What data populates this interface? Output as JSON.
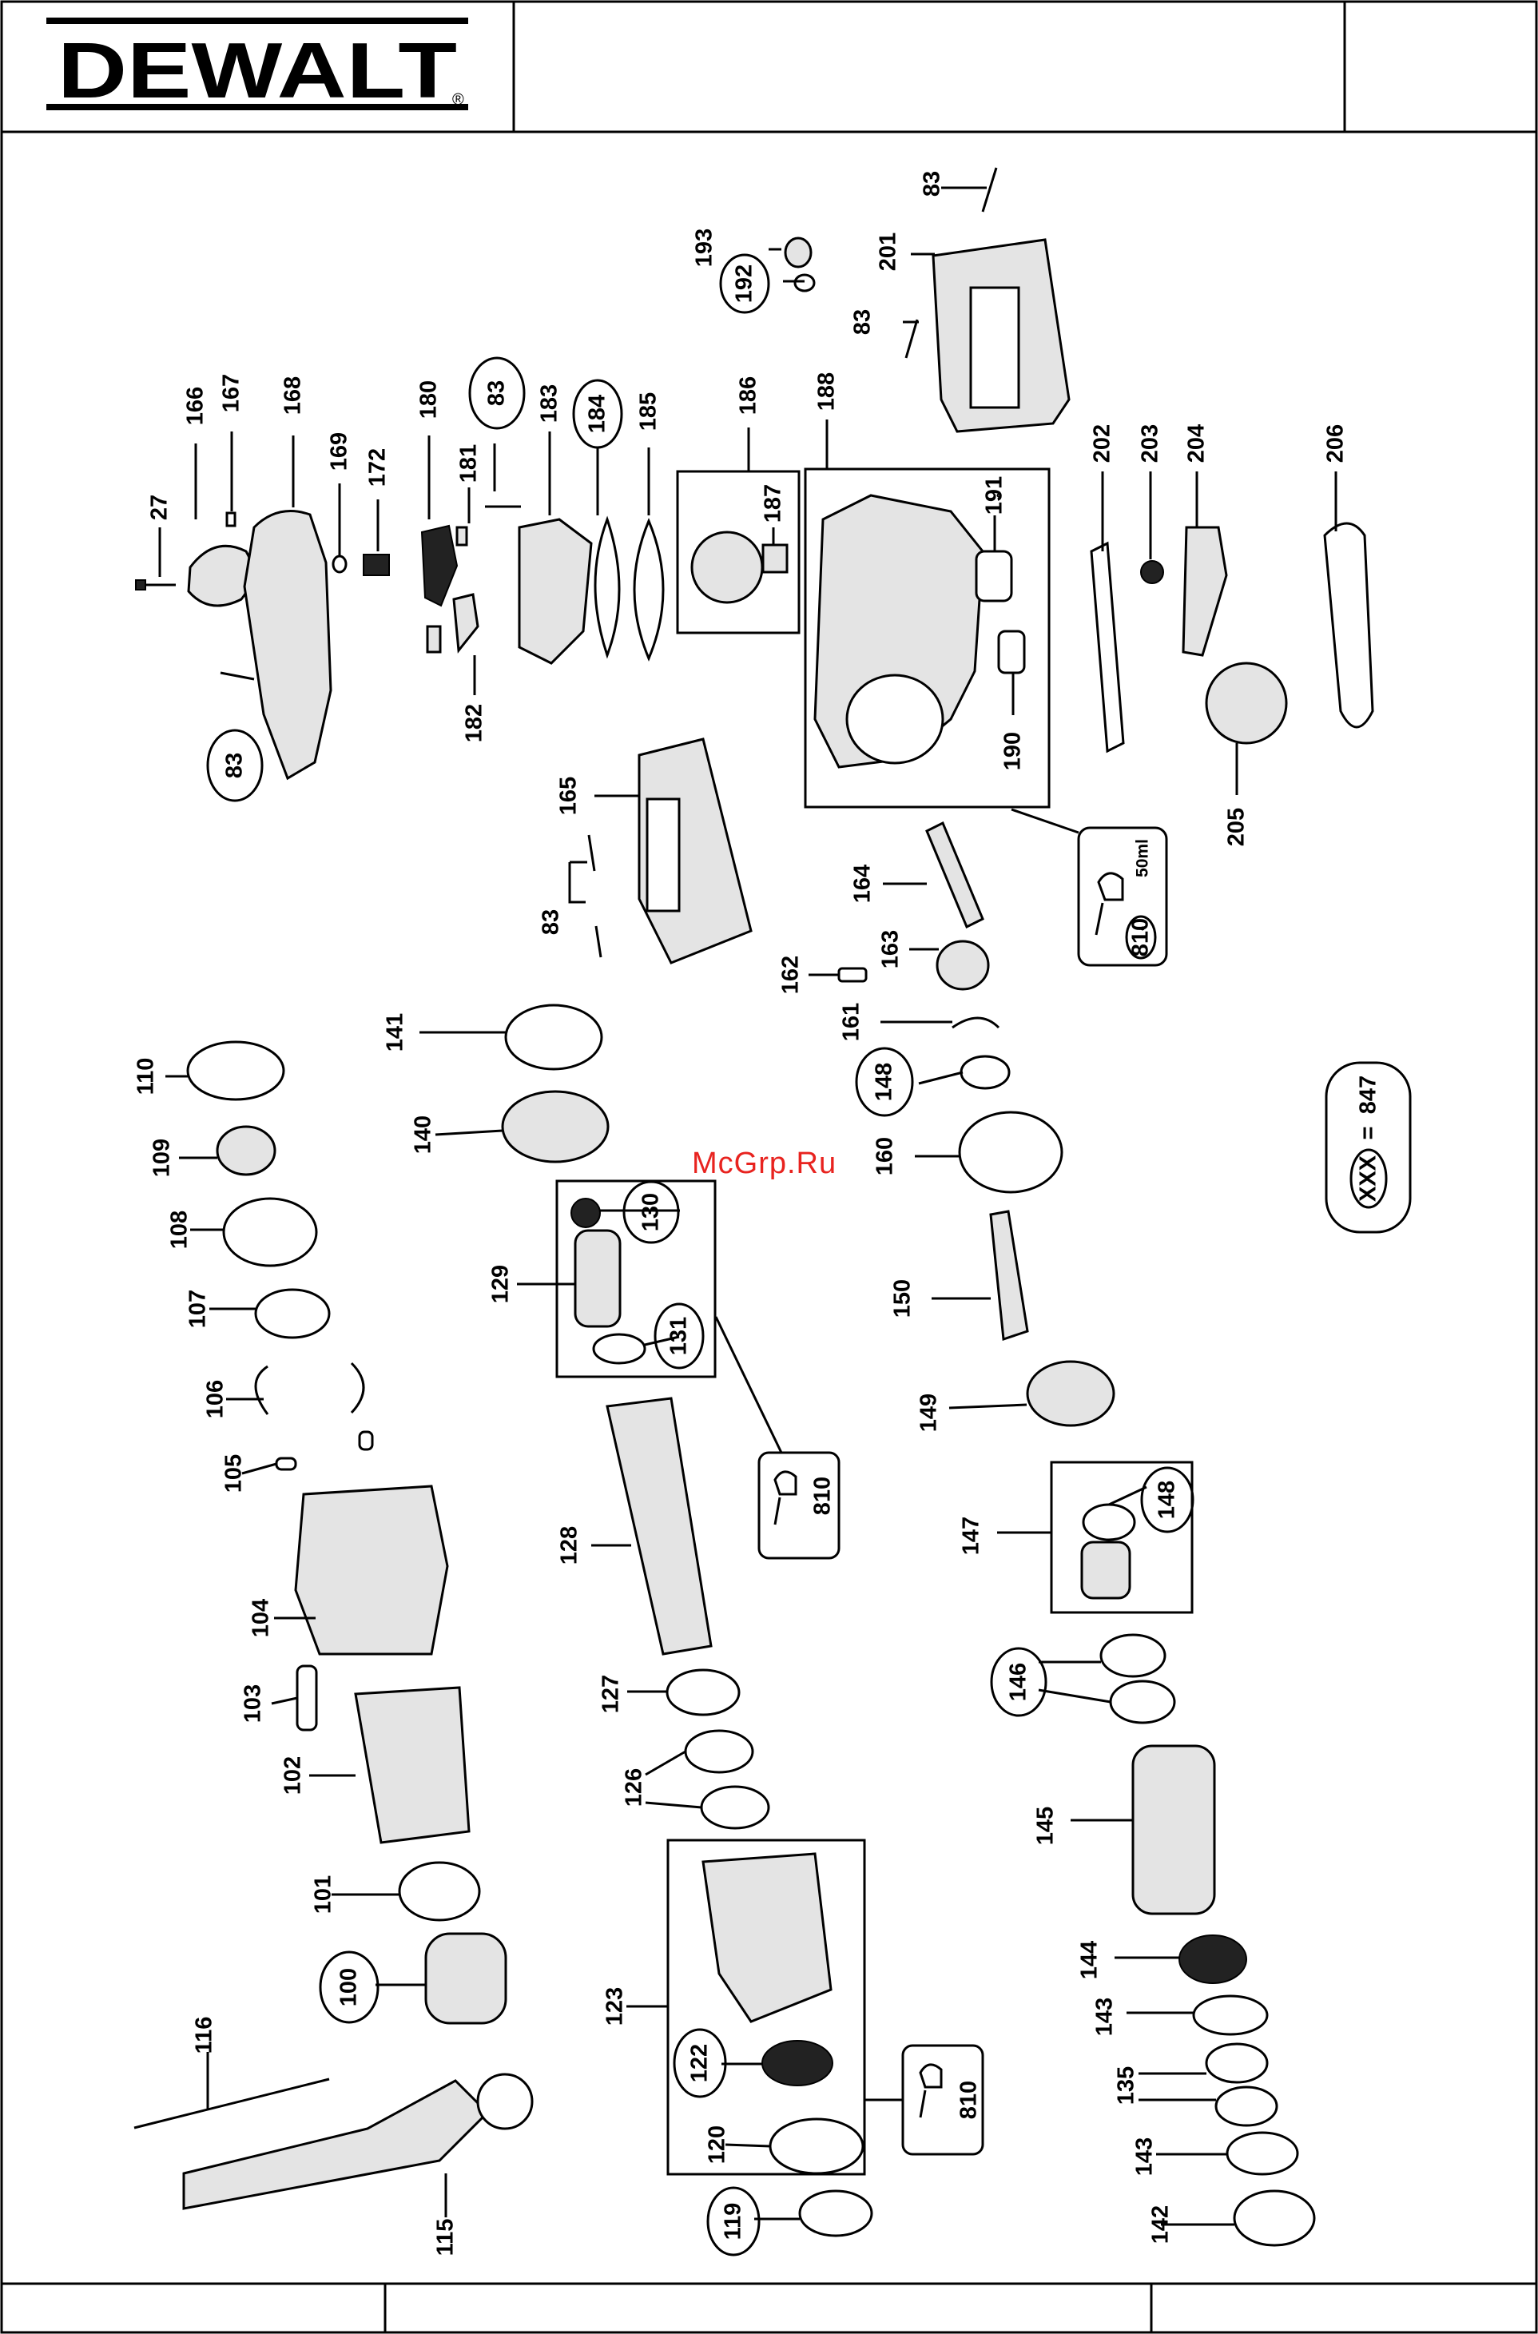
{
  "header": {
    "logo_text": "DEWALT",
    "registered": "®"
  },
  "watermark": "McGrp.Ru",
  "legend": {
    "symbol_text": "XXX",
    "equals": "=",
    "value": "847"
  },
  "lube": {
    "label": "810",
    "volume": "50ml"
  },
  "parts": {
    "p27": "27",
    "p83": "83",
    "p100": "100",
    "p101": "101",
    "p102": "102",
    "p103": "103",
    "p104": "104",
    "p105": "105",
    "p106": "106",
    "p107": "107",
    "p108": "108",
    "p109": "109",
    "p110": "110",
    "p115": "115",
    "p116": "116",
    "p119": "119",
    "p120": "120",
    "p122": "122",
    "p123": "123",
    "p126": "126",
    "p127": "127",
    "p128": "128",
    "p129": "129",
    "p130": "130",
    "p131": "131",
    "p135": "135",
    "p140": "140",
    "p141": "141",
    "p142": "142",
    "p143": "143",
    "p144": "144",
    "p145": "145",
    "p146": "146",
    "p147": "147",
    "p148": "148",
    "p149": "149",
    "p150": "150",
    "p160": "160",
    "p161": "161",
    "p162": "162",
    "p163": "163",
    "p164": "164",
    "p165": "165",
    "p166": "166",
    "p167": "167",
    "p168": "168",
    "p169": "169",
    "p172": "172",
    "p180": "180",
    "p181": "181",
    "p182": "182",
    "p183": "183",
    "p184": "184",
    "p185": "185",
    "p186": "186",
    "p187": "187",
    "p188": "188",
    "p190": "190",
    "p191": "191",
    "p192": "192",
    "p193": "193",
    "p201": "201",
    "p202": "202",
    "p203": "203",
    "p204": "204",
    "p205": "205",
    "p206": "206"
  }
}
